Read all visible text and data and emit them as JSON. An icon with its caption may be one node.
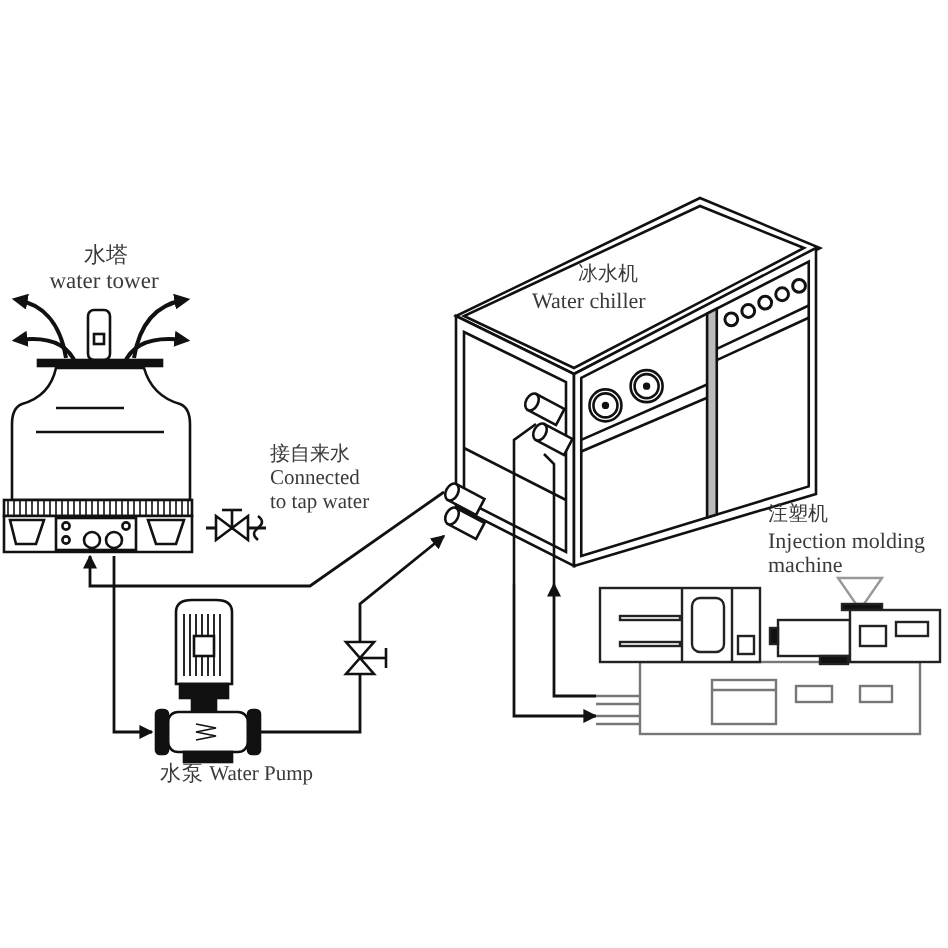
{
  "diagram": {
    "nodes": [
      {
        "text": [
          "水塔",
          "water tower"
        ]
      },
      {
        "text": [
          "接自来水",
          "Connected to tap water"
        ]
      },
      {
        "text": [
          "冰水机",
          "Water chiller"
        ]
      },
      {
        "text": [
          "水泵 Water Pump"
        ]
      },
      {
        "text": [
          "注塑机",
          "Injection molding machine"
        ]
      }
    ],
    "edges": [
      {
        "from": 2,
        "to": 0,
        "arrow": "to"
      },
      {
        "from": 0,
        "to": 3,
        "arrow": "to"
      },
      {
        "from": 3,
        "to": 2,
        "arrow": "to"
      },
      {
        "from": 2,
        "to": 4,
        "arrow": "to"
      },
      {
        "from": 4,
        "to": 2,
        "arrow": "to"
      },
      {
        "from": 1,
        "to": 0,
        "arrow": "none"
      }
    ]
  }
}
